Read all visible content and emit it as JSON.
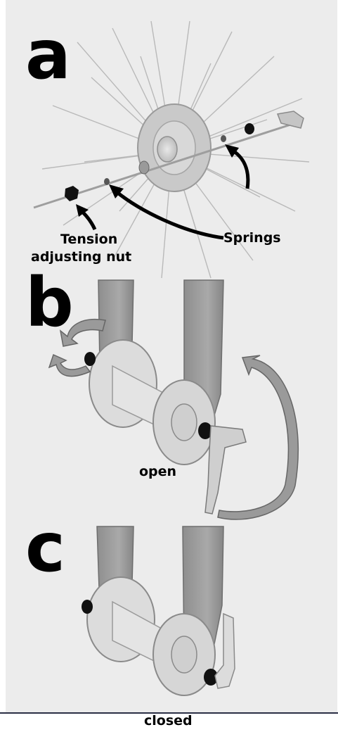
{
  "panels": {
    "a": {
      "letter": "a",
      "labels": {
        "nut_line1": "Tension",
        "nut_line2": "adjusting nut",
        "springs": "Springs"
      }
    },
    "b": {
      "letter": "b",
      "state": "open"
    },
    "c": {
      "letter": "c",
      "state": "closed"
    }
  }
}
